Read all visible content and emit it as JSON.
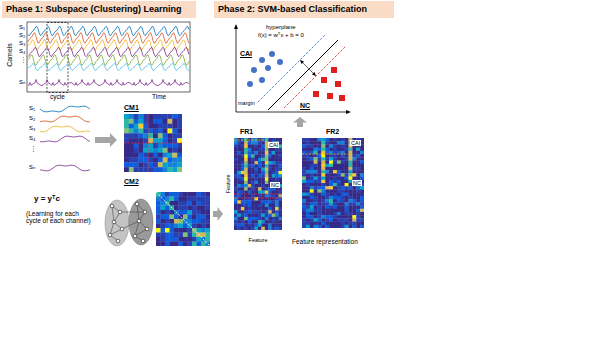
{
  "diagram": {
    "nodes": [
      {
        "text": [
          "Phase 1: Subspace (Clustering) Learning"
        ]
      },
      {
        "text": [
          "Phase 2: SVM-based Classification"
        ]
      },
      {
        "text": [
          "y = yᵀc",
          "(Learning for each cycle of each channel)"
        ]
      },
      {
        "text": [
          "CM1"
        ]
      },
      {
        "text": [
          "CM2"
        ]
      },
      {
        "text": [
          "FR1",
          "CAI",
          "NC",
          "Feature",
          "Feature"
        ]
      },
      {
        "text": [
          "FR2",
          "CAI",
          "NC"
        ]
      },
      {
        "text": [
          "hyperplane",
          "f(x) = wᵀx + b = 0",
          "margin",
          "CAI",
          "NC"
        ]
      }
    ],
    "edges": [
      {
        "from": 2,
        "to": 3,
        "arrow": "to"
      },
      {
        "from": 4,
        "to": 5,
        "arrow": "to"
      },
      {
        "from": 6,
        "to": 7,
        "arrow": "to"
      }
    ],
    "labels": [
      "Camels",
      "S₁",
      "S₂",
      "S₃",
      "S₄",
      "⋮",
      "Sₙ",
      "cycle",
      "Time",
      "S₁",
      "S₂",
      "S₃",
      "S₄",
      "⋮",
      "Sₙ",
      "Feature representation"
    ]
  }
}
